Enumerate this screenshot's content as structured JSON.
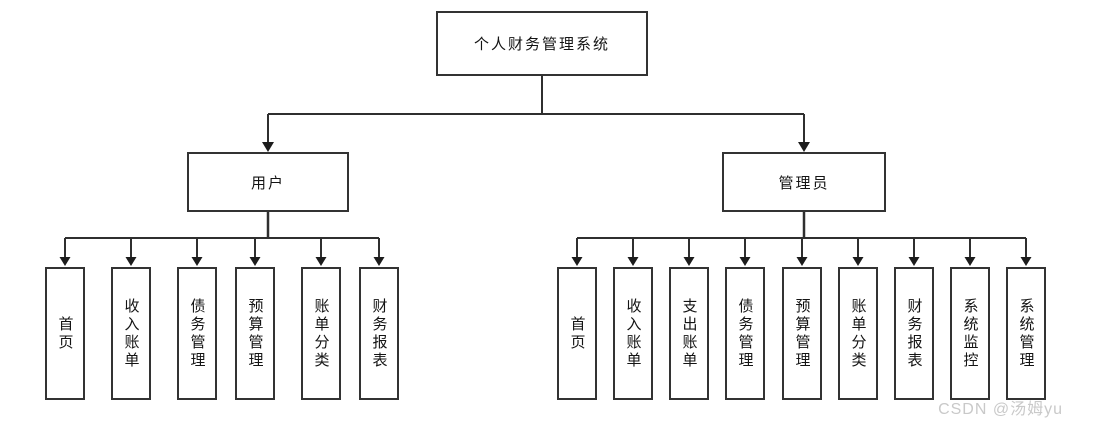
{
  "diagram": {
    "type": "hierarchy-tree",
    "root": {
      "label": "个人财务管理系统"
    },
    "branches": [
      {
        "label": "用户",
        "children": [
          "首页",
          "收入账单",
          "债务管理",
          "预算管理",
          "账单分类",
          "财务报表"
        ]
      },
      {
        "label": "管理员",
        "children": [
          "首页",
          "收入账单",
          "支出账单",
          "债务管理",
          "预算管理",
          "账单分类",
          "财务报表",
          "系统监控",
          "系统管理"
        ]
      }
    ],
    "watermark": "CSDN @汤姆yu",
    "colors": {
      "line": "#2f2f2f",
      "box_border": "#333333",
      "box_fill": "#ffffff",
      "text": "#141414",
      "watermark": "#c9c9c9",
      "background": "#ffffff"
    }
  }
}
